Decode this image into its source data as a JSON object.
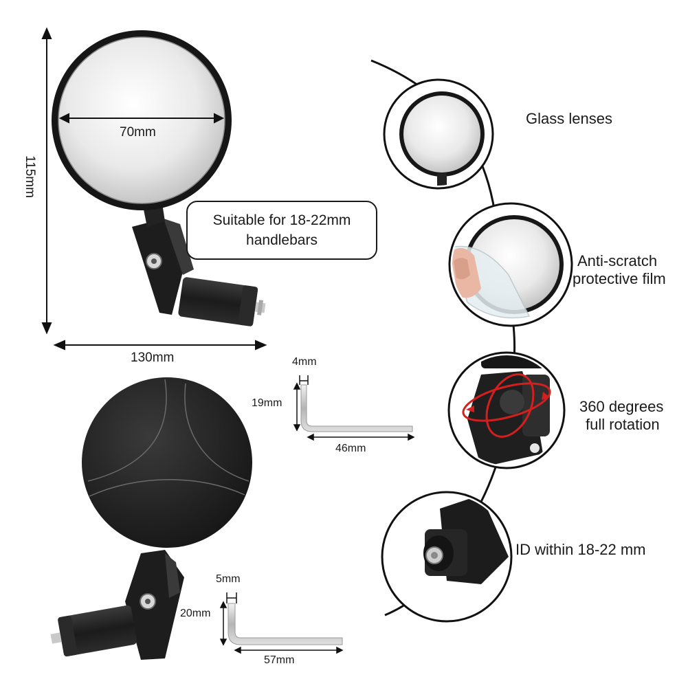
{
  "dimensions": {
    "mirror_diameter": "70mm",
    "total_height": "115mm",
    "total_width": "130mm"
  },
  "callout": {
    "line1": "Suitable for 18-22mm",
    "line2": "handlebars"
  },
  "wrench_small": {
    "thickness": "4mm",
    "height": "19mm",
    "length": "46mm"
  },
  "wrench_large": {
    "thickness": "5mm",
    "height": "20mm",
    "length": "57mm"
  },
  "features": [
    {
      "line1": "Glass lenses",
      "line2": ""
    },
    {
      "line1": "Anti-scratch",
      "line2": "protective film"
    },
    {
      "line1": "360 degrees",
      "line2": "full rotation"
    },
    {
      "line1": "ID within 18-22 mm",
      "line2": ""
    }
  ],
  "colors": {
    "mirror_body": "#1c1c1c",
    "rotation_arrow": "#d41f1f",
    "wrench_metal": "#c8c8c8"
  }
}
